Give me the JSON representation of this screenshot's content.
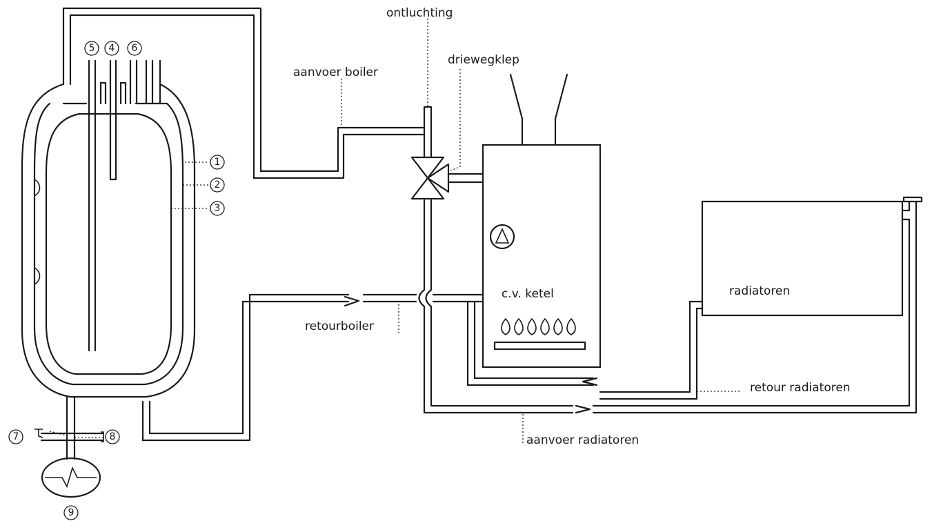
{
  "labels": {
    "ontluchting": "ontluchting",
    "driewegklep": "driewegklep",
    "aanvoer_boiler": "aanvoer boiler",
    "cv_ketel": "c.v. ketel",
    "radiatoren": "radiatoren",
    "retourboiler": "retourboiler",
    "retour_radiatoren": "retour radiatoren",
    "aanvoer_radiatoren": "aanvoer radiatoren"
  },
  "markers": {
    "m1": "1",
    "m2": "2",
    "m3": "3",
    "m4": "4",
    "m5": "5",
    "m6": "6",
    "m7": "7",
    "m8": "8",
    "m9": "9"
  }
}
